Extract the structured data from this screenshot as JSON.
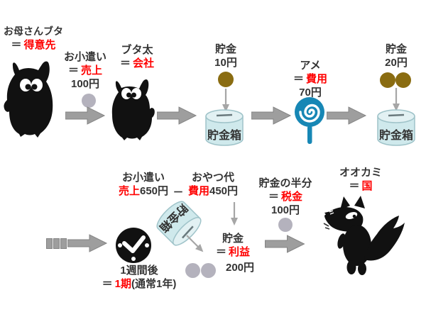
{
  "colors": {
    "text_dark": "#333333",
    "text_red": "#ff0000",
    "arrow_gray": "#9e9e9e",
    "coin_gold": "#8a6c11",
    "coin_gray": "#b4b2bd",
    "bank_body": "#cfe9ec",
    "bank_top": "#e2f1f3",
    "lollipop_blue": "#1787b5",
    "silhouette_black": "#111111"
  },
  "icons": {
    "mother_pig": "pig-silhouette-icon",
    "company_pig": "pig-silhouette-icon",
    "piggy_bank": "piggy-bank-cylinder-icon",
    "gold_coin": "coin-icon",
    "gray_coin": "coin-icon",
    "lollipop": "candy-lollipop-icon",
    "clock": "clock-icon",
    "wolf": "wolf-silhouette-icon",
    "flow_arrow": "right-arrow-icon"
  },
  "captions": {
    "mother_pig": {
      "label": "お母さんブタ",
      "eq": "＝",
      "term": "得意先"
    },
    "allowance": {
      "label": "お小遣い",
      "eq": "＝",
      "term": "売上",
      "amount": "100円"
    },
    "butata": {
      "label": "ブタ太",
      "eq": "＝",
      "term": "会社"
    },
    "savings1": {
      "label": "貯金",
      "amount": "10円"
    },
    "candy": {
      "label": "アメ",
      "eq": "＝",
      "term": "費用",
      "amount": "70円"
    },
    "savings2": {
      "label": "貯金",
      "amount": "20円"
    },
    "week": {
      "label": "1週間後",
      "eq": "＝",
      "term": "1期",
      "suffix": "(通常1年)"
    },
    "allowance_total": {
      "label": "お小遣い",
      "term": "売上",
      "amount": "650円"
    },
    "operator_minus": "－",
    "snack": {
      "label": "おやつ代",
      "term": "費用",
      "amount": "450円"
    },
    "profit": {
      "label": "貯金",
      "eq": "＝",
      "term": "利益",
      "amount": "200円"
    },
    "tax": {
      "label": "貯金の半分",
      "eq": "＝",
      "term": "税金",
      "amount": "100円"
    },
    "wolf": {
      "label": "オオカミ",
      "eq": "＝",
      "term": "国"
    }
  },
  "banks": {
    "bank1": "貯金箱",
    "bank2": "貯金箱",
    "bank3": "貯金箱"
  }
}
